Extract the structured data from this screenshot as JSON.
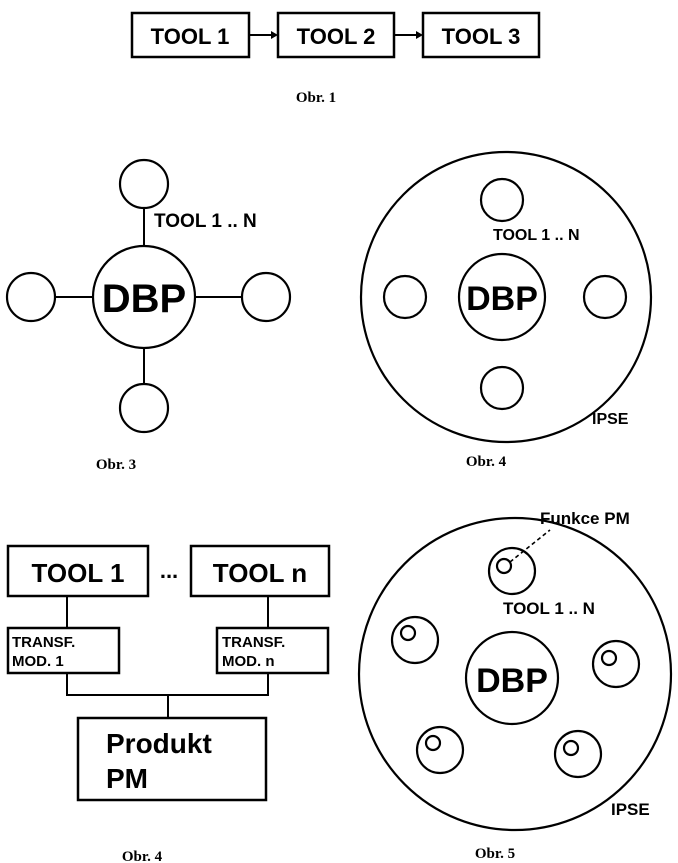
{
  "fig1": {
    "tools": [
      "TOOL 1",
      "TOOL 2",
      "TOOL 3"
    ],
    "caption": "Obr. 1"
  },
  "fig3": {
    "center": "DBP",
    "tools_label": "TOOL 1 .. N",
    "caption": "Obr. 3"
  },
  "fig4a": {
    "center": "DBP",
    "tools_label": "TOOL 1 .. N",
    "env_label": "IPSE",
    "caption": "Obr. 4"
  },
  "fig4b": {
    "tool_first": "TOOL 1",
    "ellipsis": "...",
    "tool_last": "TOOL n",
    "transf_1": [
      "TRANSF.",
      "MOD. 1"
    ],
    "transf_n": [
      "TRANSF.",
      "MOD. n"
    ],
    "product": [
      "Produkt",
      "PM"
    ],
    "caption": "Obr. 4"
  },
  "fig5": {
    "center": "DBP",
    "callout": "Funkce PM",
    "tools_label": "TOOL 1 .. N",
    "env_label": "IPSE",
    "caption": "Obr. 5"
  }
}
